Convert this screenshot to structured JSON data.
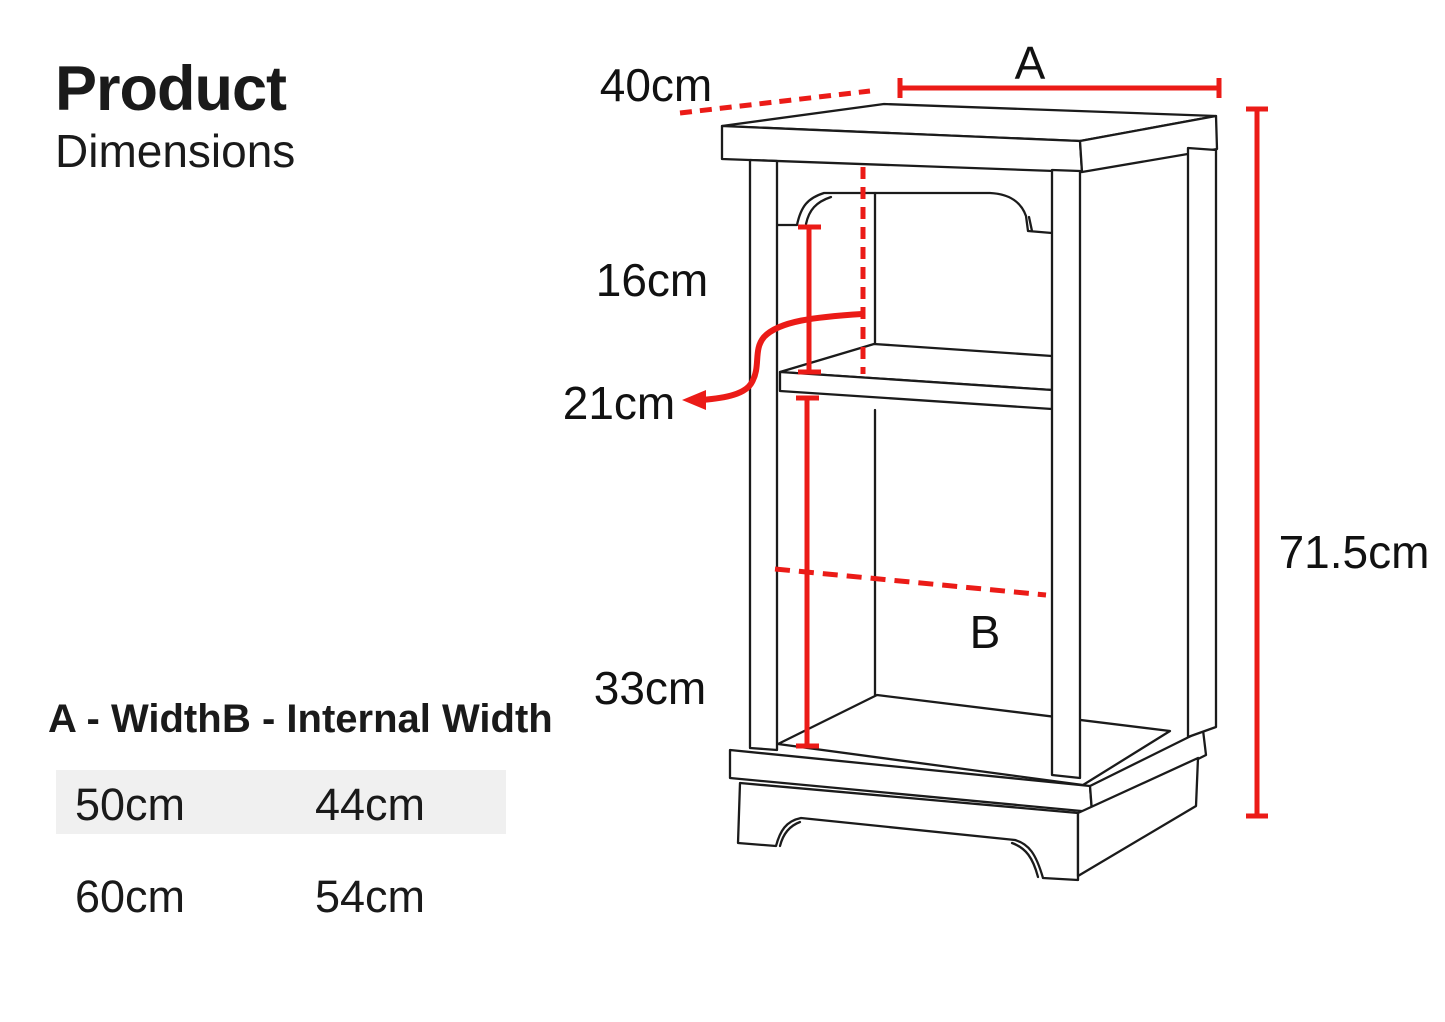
{
  "page": {
    "background": "#ffffff"
  },
  "title": {
    "line1": "Product",
    "line2": "Dimensions"
  },
  "diagram": {
    "labels": {
      "depth": "40cm",
      "width_letter": "A",
      "overall_height": "71.5cm",
      "upper_internal_height": "16cm",
      "shelf_internal_depth": "21cm",
      "internal_width_letter": "B",
      "lower_internal_height": "33cm"
    },
    "colors": {
      "dimension_red": "#eb1b17",
      "outline": "#1b1b1b"
    }
  },
  "legend_table": {
    "headers": [
      "A - Width",
      "B - Internal Width"
    ],
    "rows": [
      {
        "a": "50cm",
        "b": "44cm"
      },
      {
        "a": "60cm",
        "b": "54cm"
      }
    ],
    "highlight_color": "#f0f0f0"
  }
}
